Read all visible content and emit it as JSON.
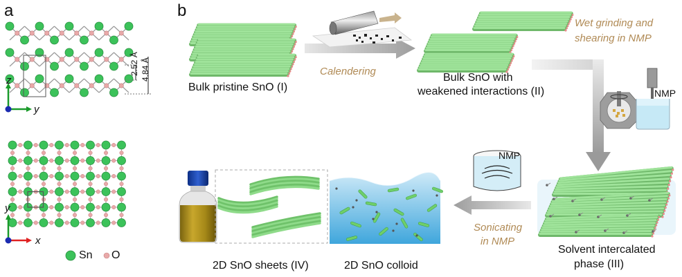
{
  "panels": {
    "a": "a",
    "b": "b"
  },
  "crystal": {
    "dim1": "2.52 Å",
    "dim2": "4.84 Å",
    "axes_top": {
      "vertical": "z",
      "horizontal": "y"
    },
    "axes_bottom": {
      "vertical": "y",
      "horizontal": "x"
    },
    "legend": {
      "sn": "Sn",
      "o": "O"
    }
  },
  "stages": {
    "bulk": "Bulk pristine SnO (I)",
    "weakened_line1": "Bulk SnO with",
    "weakened_line2": "weakened interactions (II)",
    "intercalated_line1": "Solvent intercalated",
    "intercalated_line2": "phase (III)",
    "sheets": "2D SnO sheets (IV)",
    "colloid": "2D SnO colloid"
  },
  "steps": {
    "calendering": "Calendering",
    "wet_line1": "Wet grinding and",
    "wet_line2": "shearing in NMP",
    "sonicating_line1": "Sonicating",
    "sonicating_line2": "in NMP"
  },
  "solvent": {
    "nmp_top": "NMP",
    "nmp_beaker": "NMP"
  },
  "colors": {
    "sn": "#3cc25a",
    "o": "#e8a9a9",
    "rod": "#7ed67a",
    "arrow": "#a9a9a9",
    "step_text": "#b08a55"
  }
}
